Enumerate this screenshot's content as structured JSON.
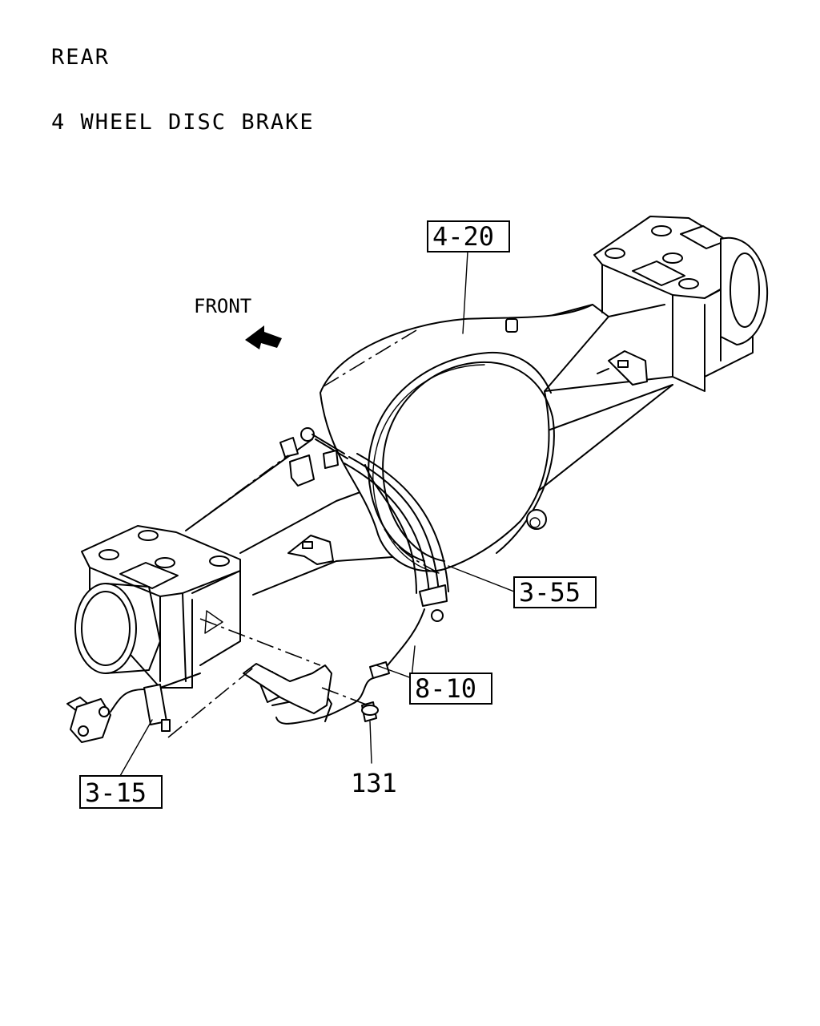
{
  "header": {
    "line1": "REAR",
    "line2": "4 WHEEL DISC BRAKE"
  },
  "direction": {
    "label": "FRONT",
    "icon": "arrow-front-icon"
  },
  "callouts": {
    "axle_housing": "4-20",
    "brake_hose": "3-55",
    "sensor_cable": "8-10",
    "abs_sensor": "3-15",
    "bolt": "131"
  }
}
